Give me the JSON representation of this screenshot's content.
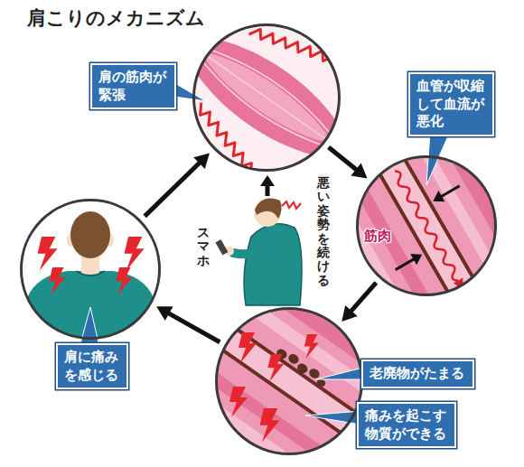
{
  "diagram": {
    "title": "肩こりのメカニズム",
    "nodes": [
      {
        "text": [
          "肩の筋肉が緊張"
        ]
      },
      {
        "text": [
          "血管が収縮して血流が悪化",
          "筋肉"
        ]
      },
      {
        "text": [
          "老廃物がたまる",
          "痛みを起こす物質ができる"
        ]
      },
      {
        "text": [
          "肩に痛みを感じる"
        ]
      }
    ],
    "edges": [
      {
        "from": 0,
        "to": 1,
        "arrow": "to"
      },
      {
        "from": 1,
        "to": 2,
        "arrow": "to"
      },
      {
        "from": 2,
        "to": 3,
        "arrow": "to"
      },
      {
        "from": 3,
        "to": 0,
        "arrow": "to"
      }
    ],
    "labels": [
      "悪い姿勢を続ける",
      "スマホ"
    ]
  }
}
